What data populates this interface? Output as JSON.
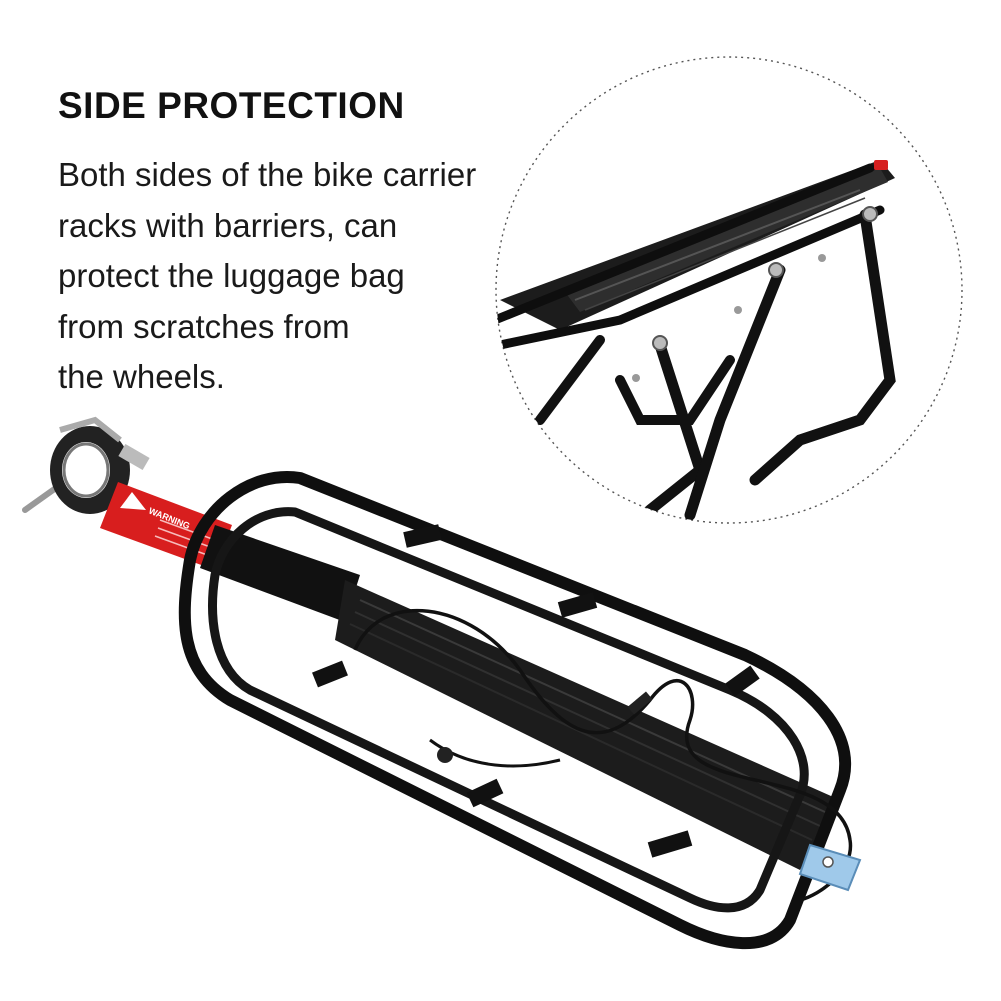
{
  "headline": "SIDE PROTECTION",
  "description_lines": [
    "Both sides of the bike carrier",
    "racks with barriers, can",
    "protect the luggage bag",
    "from scratches from",
    "the wheels."
  ],
  "warning_label": "WARNING",
  "colors": {
    "background": "#ffffff",
    "text": "#111111",
    "rack": "#141414",
    "warning_red": "#d81e1e"
  }
}
